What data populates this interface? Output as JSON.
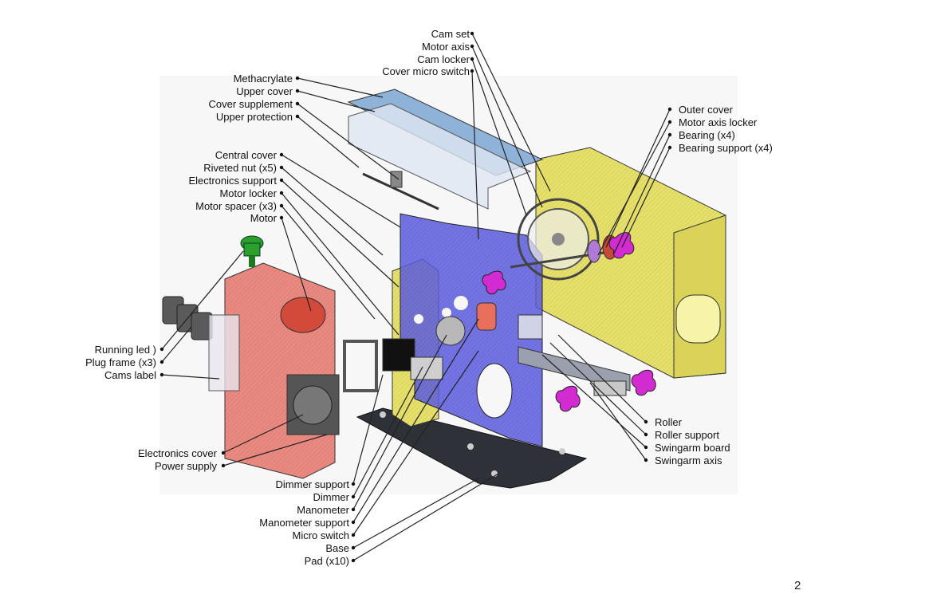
{
  "page_number": "2",
  "colors": {
    "red_housing": "#e8756b",
    "blue_board": "#5c5ce0",
    "yellow_board": "#e6e06a",
    "magenta_parts": "#d12bd1",
    "green_led": "#2aa12a",
    "base_plate": "#2e3238",
    "glass": "#9fb3d6"
  },
  "labels": {
    "cam_set": "Cam set",
    "motor_axis": "Motor axis",
    "cam_locker": "Cam locker",
    "cover_micro_switch": "Cover micro switch",
    "methacrylate": "Methacrylate",
    "upper_cover": "Upper cover",
    "cover_supplement": "Cover supplement",
    "upper_protection": "Upper protection",
    "central_cover": "Central cover",
    "riveted_nut": "Riveted nut (x5)",
    "electronics_support": "Electronics support",
    "motor_locker": "Motor locker",
    "motor_spacer": "Motor spacer (x3)",
    "motor": "Motor",
    "outer_cover": "Outer cover",
    "motor_axis_locker": "Motor axis locker",
    "bearing": "Bearing (x4)",
    "bearing_support": "Bearing support (x4)",
    "running_led": "Running led )",
    "plug_frame": "Plug frame (x3)",
    "cams_label": "Cams label",
    "electronics_cover": "Electronics cover",
    "power_supply": "Power supply",
    "roller": "Roller",
    "roller_support": "Roller support",
    "swingarm_board": "Swingarm board",
    "swingarm_axis": "Swingarm axis",
    "dimmer_support": "Dimmer support",
    "dimmer": "Dimmer",
    "manometer": "Manometer",
    "manometer_support": "Manometer support",
    "micro_switch": "Micro switch",
    "base": "Base",
    "pad": "Pad (x10)"
  }
}
